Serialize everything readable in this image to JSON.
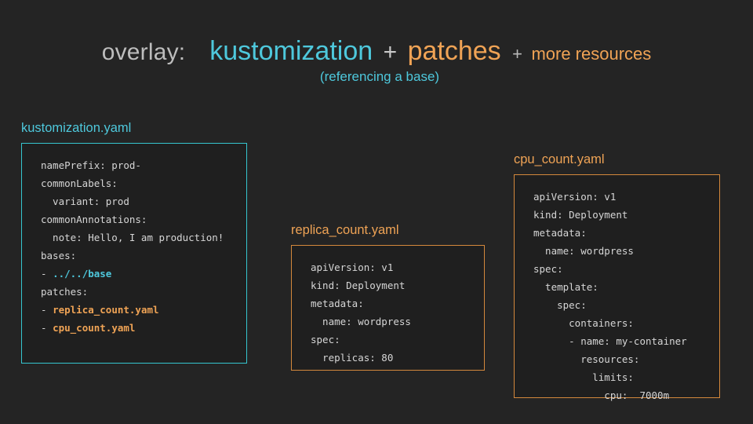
{
  "title": {
    "overlay_label": "overlay:",
    "part_kustomization": "kustomization",
    "plus_1": "+",
    "part_patches": "patches",
    "plus_2": "+",
    "part_more": "more resources",
    "subtitle": "(referencing a base)",
    "colors": {
      "background": "#242424",
      "cyan": "#4ec8dc",
      "orange": "#f0a355",
      "gray": "#bdbdbd"
    }
  },
  "panels": [
    {
      "id": "kustomization",
      "label": "kustomization.yaml",
      "accent": "#35c6cf",
      "lines": [
        "namePrefix: prod-",
        "commonLabels:",
        "  variant: prod",
        "commonAnnotations:",
        "  note: Hello, I am production!",
        "bases:",
        "- ../../base",
        "patches:",
        "- replica_count.yaml",
        "- cpu_count.yaml"
      ],
      "highlights": [
        {
          "line": 6,
          "text": "../../base",
          "color": "#4ec8dc"
        },
        {
          "line": 8,
          "text": "replica_count.yaml",
          "color": "#efa355"
        },
        {
          "line": 9,
          "text": "cpu_count.yaml",
          "color": "#efa355"
        }
      ]
    },
    {
      "id": "replica_count",
      "label": "replica_count.yaml",
      "accent": "#d4883c",
      "lines": [
        "apiVersion: v1",
        "kind: Deployment",
        "metadata:",
        "  name: wordpress",
        "spec:",
        "  replicas: 80"
      ],
      "highlights": []
    },
    {
      "id": "cpu_count",
      "label": "cpu_count.yaml",
      "accent": "#d4883c",
      "lines": [
        "apiVersion: v1",
        "kind: Deployment",
        "metadata:",
        "  name: wordpress",
        "spec:",
        "  template:",
        "    spec:",
        "      containers:",
        "      - name: my-container",
        "        resources:",
        "          limits:",
        "            cpu:  7000m"
      ],
      "highlights": []
    }
  ]
}
